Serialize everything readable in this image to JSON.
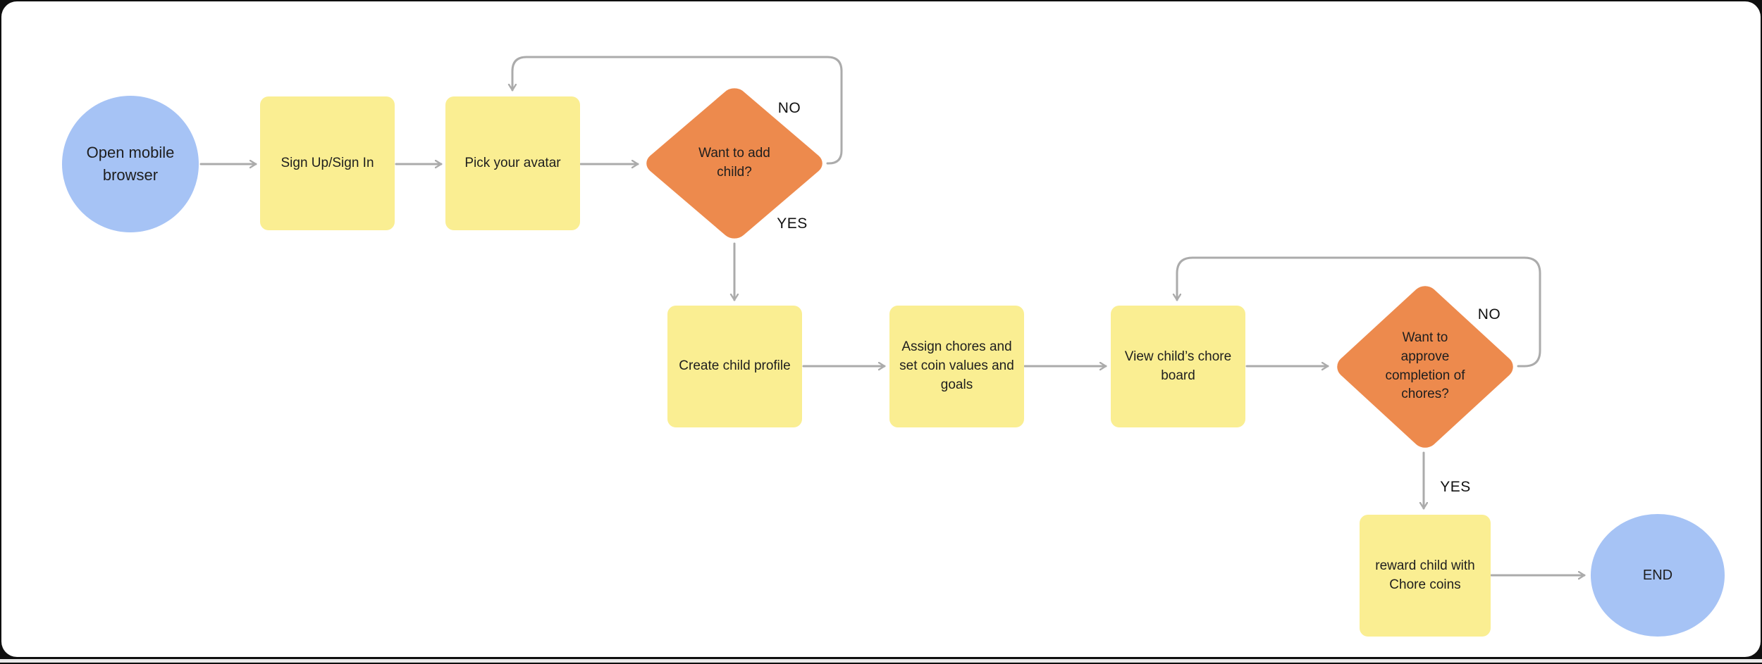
{
  "colors": {
    "sticky_yellow": "#FAEE92",
    "diamond_orange": "#ED8A4D",
    "terminal_blue": "#A6C3F5",
    "connector_gray": "#ABABAB",
    "text_dark": "#1E1E1E"
  },
  "flowchart": {
    "nodes": {
      "start": {
        "label": "Open mobile browser"
      },
      "signup": {
        "label": "Sign Up/Sign In"
      },
      "avatar": {
        "label": "Pick your avatar"
      },
      "add_child_decision": {
        "label": "Want to add child?",
        "no_label": "NO",
        "yes_label": "YES"
      },
      "create_profile": {
        "label": "Create child profile"
      },
      "assign_chores": {
        "label": "Assign chores and set coin values and goals"
      },
      "view_board": {
        "label": "View child’s chore board"
      },
      "approve_decision": {
        "label": "Want to approve completion of chores?",
        "no_label": "NO",
        "yes_label": "YES"
      },
      "reward": {
        "label": "reward child with Chore coins"
      },
      "end": {
        "label": "END"
      }
    }
  }
}
